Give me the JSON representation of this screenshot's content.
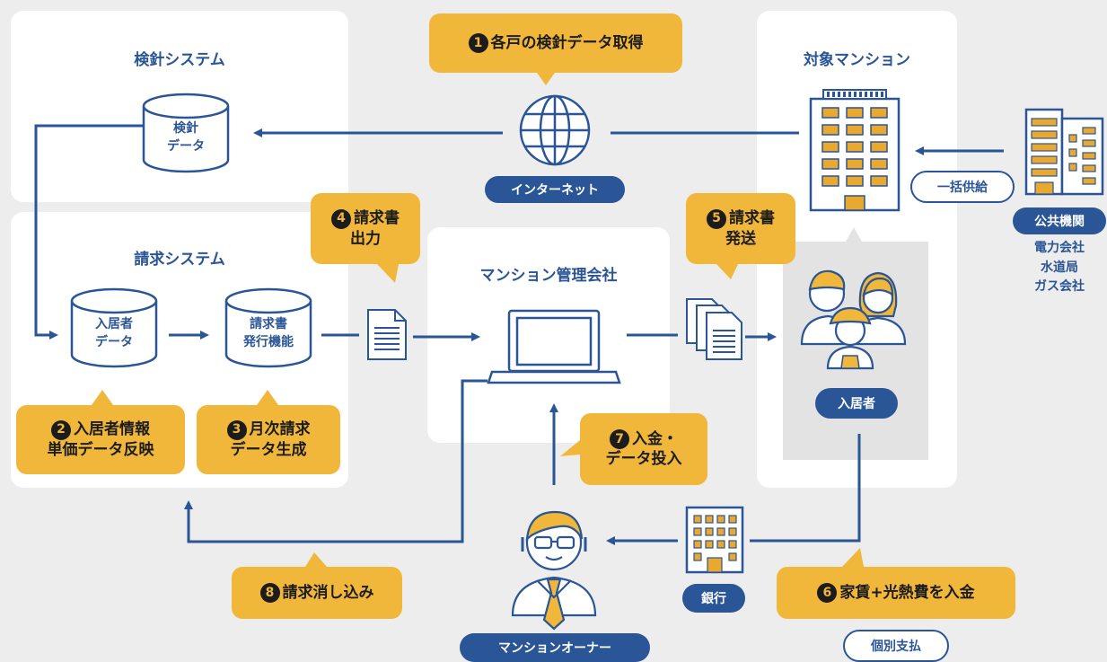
{
  "panels": {
    "meter_system": "検針システム",
    "billing_system": "請求システム",
    "management_company": "マンション管理会社",
    "target_building": "対象マンション"
  },
  "databases": {
    "meter_data": [
      "検針",
      "データ"
    ],
    "resident_data": [
      "入居者",
      "データ"
    ],
    "invoice_issue": [
      "請求書",
      "発行機能"
    ]
  },
  "steps": {
    "s1": {
      "num": "1",
      "text": "各戸の検針データ取得"
    },
    "s2": {
      "num": "2",
      "line1": "入居者情報",
      "line2": "単価データ反映"
    },
    "s3": {
      "num": "3",
      "line1": "月次請求",
      "line2": "データ生成"
    },
    "s4": {
      "num": "4",
      "line1": "請求書",
      "line2": "出力"
    },
    "s5": {
      "num": "5",
      "line1": "請求書",
      "line2": "発送"
    },
    "s6": {
      "num": "6",
      "text": "家賃+光熱費を入金"
    },
    "s7": {
      "num": "7",
      "line1": "入金・",
      "line2": "データ投入"
    },
    "s8": {
      "num": "8",
      "text": "請求消し込み"
    }
  },
  "labels": {
    "internet": "インターネット",
    "bulk_supply": "一括供給",
    "public_agencies": "公共機関",
    "utilities": [
      "電力会社",
      "水道局",
      "ガス会社"
    ],
    "residents": "入居者",
    "bank": "銀行",
    "owner": "マンションオーナー",
    "individual_payment": "個別支払"
  },
  "colors": {
    "blue": "#2a5596",
    "yellow": "#f0b73a",
    "gray_bg": "#ededed",
    "resident_bg": "#e3e3e3"
  }
}
